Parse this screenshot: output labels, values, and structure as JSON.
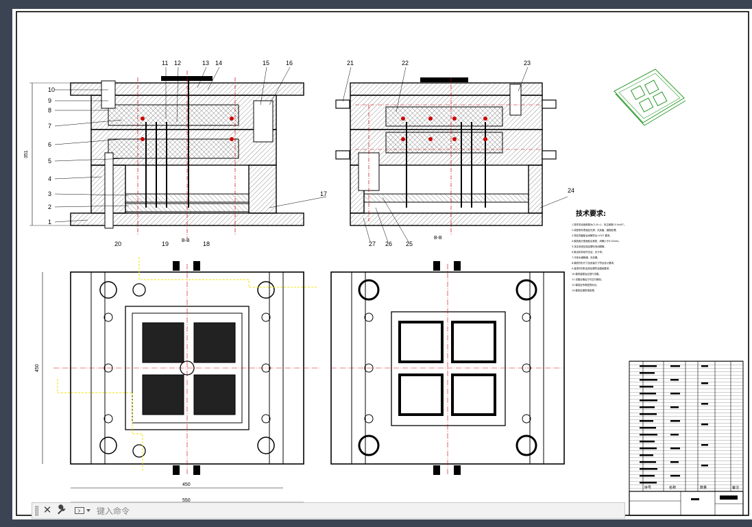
{
  "canvas": {
    "background": "#ffffff",
    "frame_color": "#000000",
    "accent_red": "#cc0000",
    "accent_magenta": "#cc00cc",
    "accent_yellow": "#f2e000"
  },
  "drawing": {
    "part_numbers_left": [
      "10",
      "9",
      "8",
      "7",
      "6",
      "5",
      "4",
      "3",
      "2",
      "1"
    ],
    "part_numbers_top": [
      "11",
      "12",
      "13",
      "14",
      "15",
      "16",
      "21",
      "22",
      "23"
    ],
    "part_numbers_bottom": [
      "20",
      "19",
      "18",
      "27",
      "26",
      "25"
    ],
    "part_numbers_right": [
      "17",
      "24"
    ],
    "dimensions": {
      "height_side": "351",
      "plan_height": "450",
      "plan_width": "450",
      "plan_total_width": "550"
    },
    "section_marks": [
      "B-B",
      "B-B"
    ],
    "tech_requirements_title": "技术要求:",
    "tech_requirements_lines": [
      "1.零件的全部倒角为C1,R=1，未注倒角C0.5x45°。",
      "2.成型零件表面应光滑，无划痕，镀铬处理。",
      "3.导柱导套配合间隙符合 H7/f7 要求。",
      "4.模具各分型面贴合紧密，间隙小于0.02mm。",
      "5.浇注系统应保证塑料流动顺畅。",
      "6.推出机构动作灵活，无卡滞。",
      "7.冷却水道畅通，无渗漏。",
      "8.模具外形尺寸及安装尺寸符合设计要求。",
      "9.各零件材料及热处理符合图纸要求。",
      "10.模具装配后应进行试模。",
      "11.试模合格后方可交付使用。",
      "12.模具应有明显的标记。",
      "13.模具应做防锈处理。"
    ],
    "title_block_labels": [
      "序号",
      "名称",
      "数量",
      "备注"
    ]
  },
  "command_line": {
    "placeholder": "键入命令",
    "value": ""
  },
  "icons": {
    "close": "close-icon",
    "customize": "wrench-icon",
    "prompt": "command-prompt-icon"
  }
}
